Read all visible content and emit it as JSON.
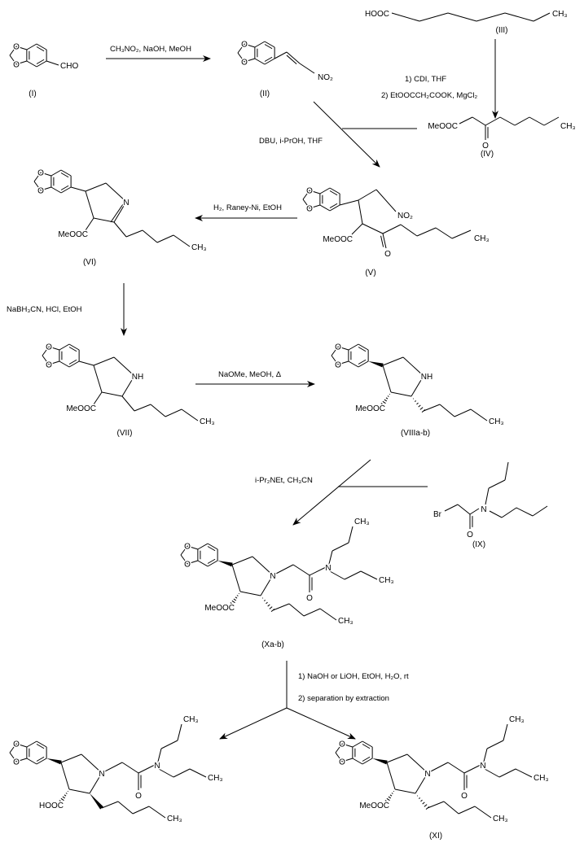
{
  "atoms": {
    "O": "O",
    "N": "N",
    "NH": "NH",
    "Br": "Br",
    "CHO": "CHO",
    "NO2": "NO₂",
    "CH3": "CH₃",
    "HOOC": "HOOC",
    "MeOOC": "MeOOC"
  },
  "labels": {
    "I": "(I)",
    "II": "(II)",
    "III": "(III)",
    "IV": "(IV)",
    "V": "(V)",
    "VI": "(VI)",
    "VII": "(VII)",
    "VIII": "(VIIIa-b)",
    "IX": "(IX)",
    "X": "(Xa-b)",
    "XI": "(XI)"
  },
  "conditions": {
    "step1": "CH₃NO₂, NaOH, MeOH",
    "step2a": "1) CDI, THF",
    "step2b": "2) EtOOCCH₂COOK, MgCl₂",
    "step3": "DBU, i-PrOH, THF",
    "step4": "H₂, Raney-Ni, EtOH",
    "step5": "NaBH₃CN, HCl, EtOH",
    "step6": "NaOMe, MeOH, Δ",
    "step7": "i-Pr₂NEt, CH₃CN",
    "step8a": "1) NaOH or LiOH, EtOH, H₂O, rt",
    "step8b": "2) separation by extraction"
  }
}
